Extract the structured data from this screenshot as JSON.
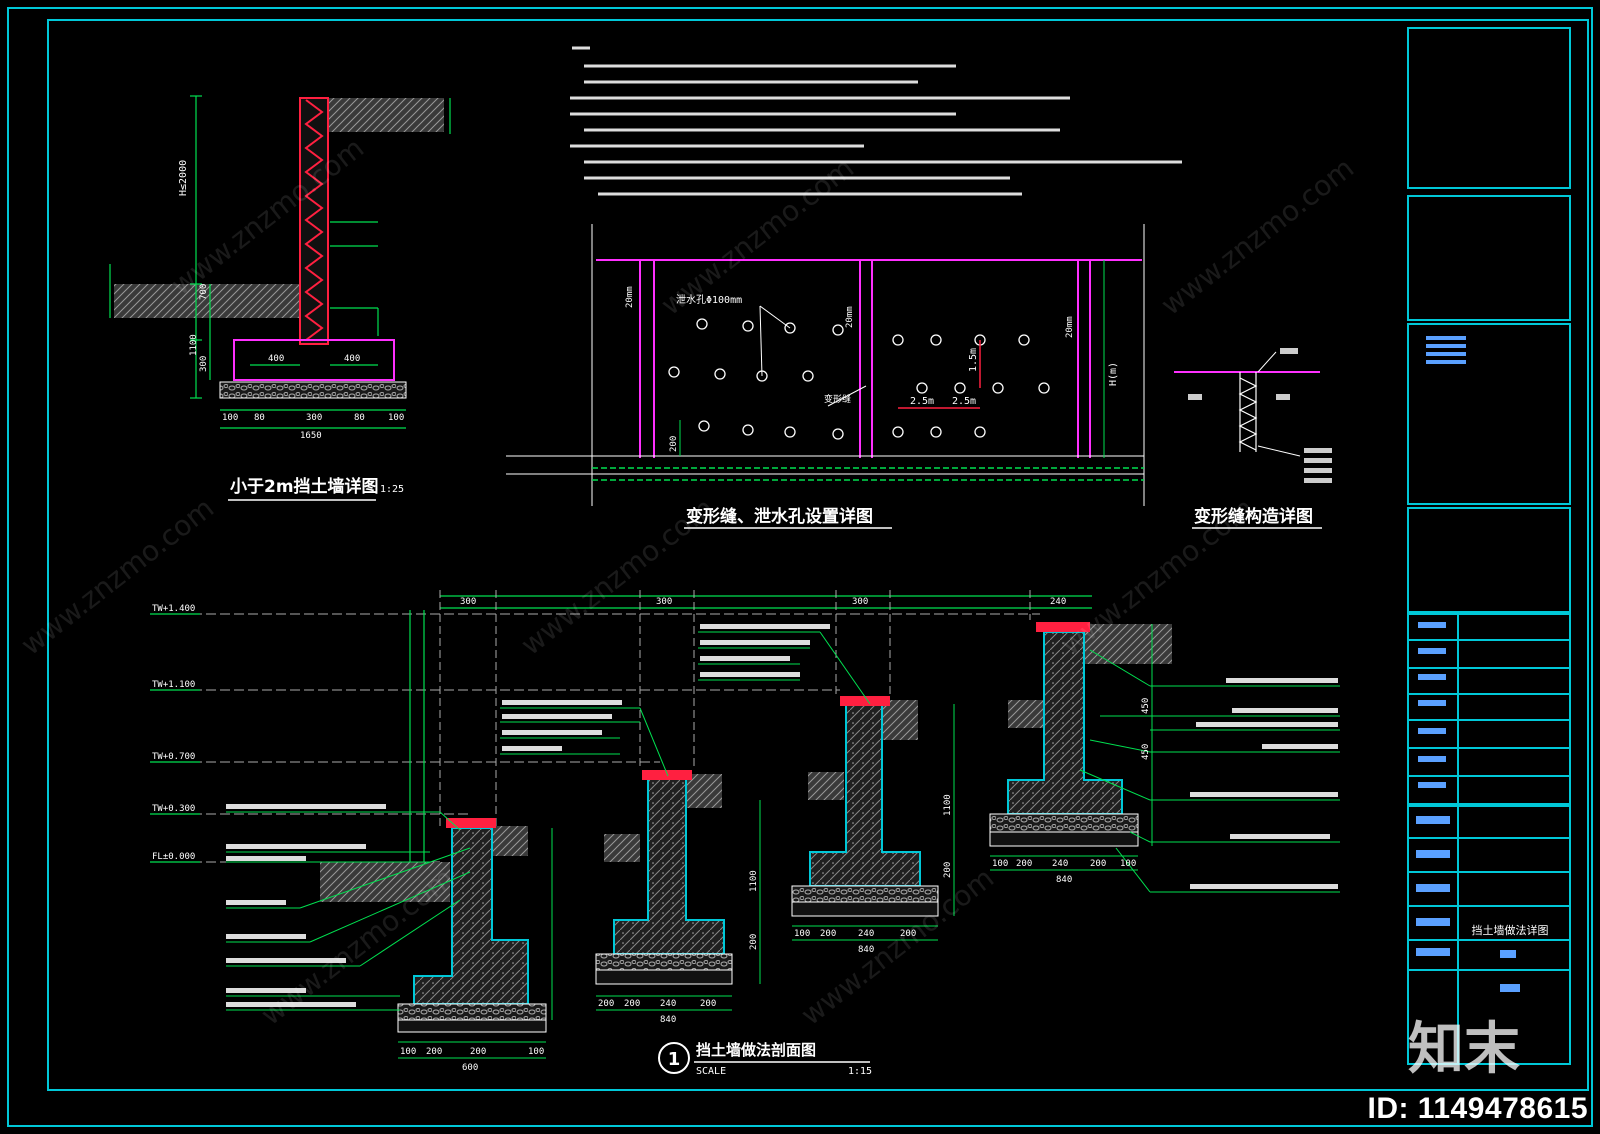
{
  "details": {
    "wall_small": {
      "title": "小于2m挡土墙详图",
      "scale": "1:25",
      "height_label": "H≤2000",
      "dims_left": [
        "700",
        "1100",
        "300"
      ],
      "dims_top": [
        "400",
        "400"
      ],
      "dims_bottom": [
        "100",
        "80",
        "300",
        "80",
        "100"
      ],
      "dim_total": "1650"
    },
    "joint_holes": {
      "title": "变形缝、泄水孔设置详图",
      "labels": {
        "hole": "泄水孔Φ100mm",
        "joint20_left": "20mm",
        "joint20_mid": "20mm",
        "joint20_right": "20mm",
        "h": "H(m)",
        "sp15": "1.5m",
        "sp25a": "2.5m",
        "sp25b": "2.5m",
        "d200": "200",
        "joint": "变形缝"
      }
    },
    "joint_detail": {
      "title": "变形缝构造详图"
    },
    "section": {
      "number": "1",
      "title": "挡土墙做法剖面图",
      "scale_label": "SCALE",
      "scale": "1:15",
      "levels": [
        "TW+1.400",
        "TW+1.100",
        "TW+0.700",
        "TW+0.300",
        "FL±0.000"
      ],
      "top_dims": [
        "300",
        "300",
        "300",
        "240"
      ],
      "w1_bottom": [
        "100",
        "200",
        "200",
        "100"
      ],
      "w1_total": "600",
      "w2_bottom": [
        "200",
        "200",
        "240",
        "200"
      ],
      "w2_total": "840",
      "w3_bottom": [
        "100",
        "200",
        "240",
        "200"
      ],
      "w3_total": "840",
      "w4_bottom": [
        "100",
        "200",
        "240",
        "200",
        "100"
      ],
      "w4_total": "840",
      "w2_right": [
        "1100",
        "200"
      ],
      "w3_right": [
        "1100",
        "200"
      ],
      "w4_right": [
        "450",
        "450"
      ]
    }
  },
  "title_block": {
    "project_title": "挡土墙做法详图"
  },
  "watermark": "www.znzmo.com",
  "logo": "知末",
  "id_label": "ID: 1149478615",
  "colors": {
    "frame": "#00c8d8",
    "dim": "#00e050",
    "rebar": "#ff2040",
    "slab": "#ff30ff",
    "hatch": "#808080"
  }
}
